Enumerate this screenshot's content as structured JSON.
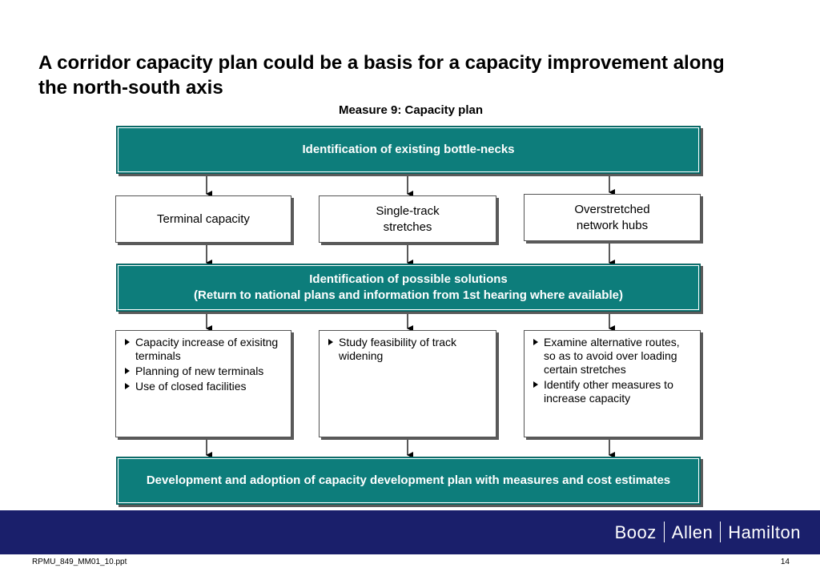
{
  "slide": {
    "title": "A corridor capacity plan could be a basis for a capacity improvement along the north-south axis",
    "subtitle": "Measure 9: Capacity plan"
  },
  "diagram": {
    "step1": "Identification of existing bottle-necks",
    "bottlenecks": [
      "Terminal capacity",
      "Single-track stretches",
      "Overstretched network hubs"
    ],
    "step2_line1": "Identification of possible solutions",
    "step2_line2": "(Return to national plans and information from 1st hearing where available)",
    "solutions": [
      [
        "Capacity increase of exisitng terminals",
        "Planning of new terminals",
        "Use of closed facilities"
      ],
      [
        "Study feasibility of track widening"
      ],
      [
        "Examine alternative routes, so as to avoid over loading certain stretches",
        "Identify other measures to increase capacity"
      ]
    ],
    "step3": "Development and adoption of capacity development plan with measures and cost estimates"
  },
  "footer": {
    "logo_parts": [
      "Booz",
      "Allen",
      "Hamilton"
    ],
    "file_name": "RPMU_849_MM01_10.ppt",
    "page_number": "14"
  },
  "colors": {
    "teal_box": "#0d7d7b",
    "footer_band": "#1a1f6b"
  }
}
